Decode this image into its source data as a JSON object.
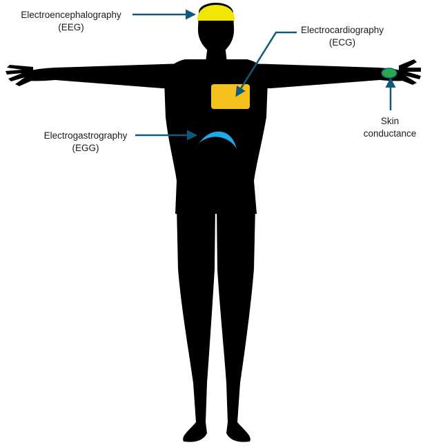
{
  "labels": {
    "eeg_line1": "Electroencephalography",
    "eeg_line2": "(EEG)",
    "ecg_line1": "Electrocardiography",
    "ecg_line2": "(ECG)",
    "egg_line1": "Electrogastrography",
    "egg_line2": "(EGG)",
    "skin_line1": "Skin",
    "skin_line2": "conductance"
  },
  "colors": {
    "body": "#000000",
    "eeg_sensor": "#f2e600",
    "ecg_sensor": "#f6c11c",
    "egg_sensor": "#1fa9e8",
    "skin_sensor": "#2ea64b",
    "arrow": "#0d5a7c"
  }
}
